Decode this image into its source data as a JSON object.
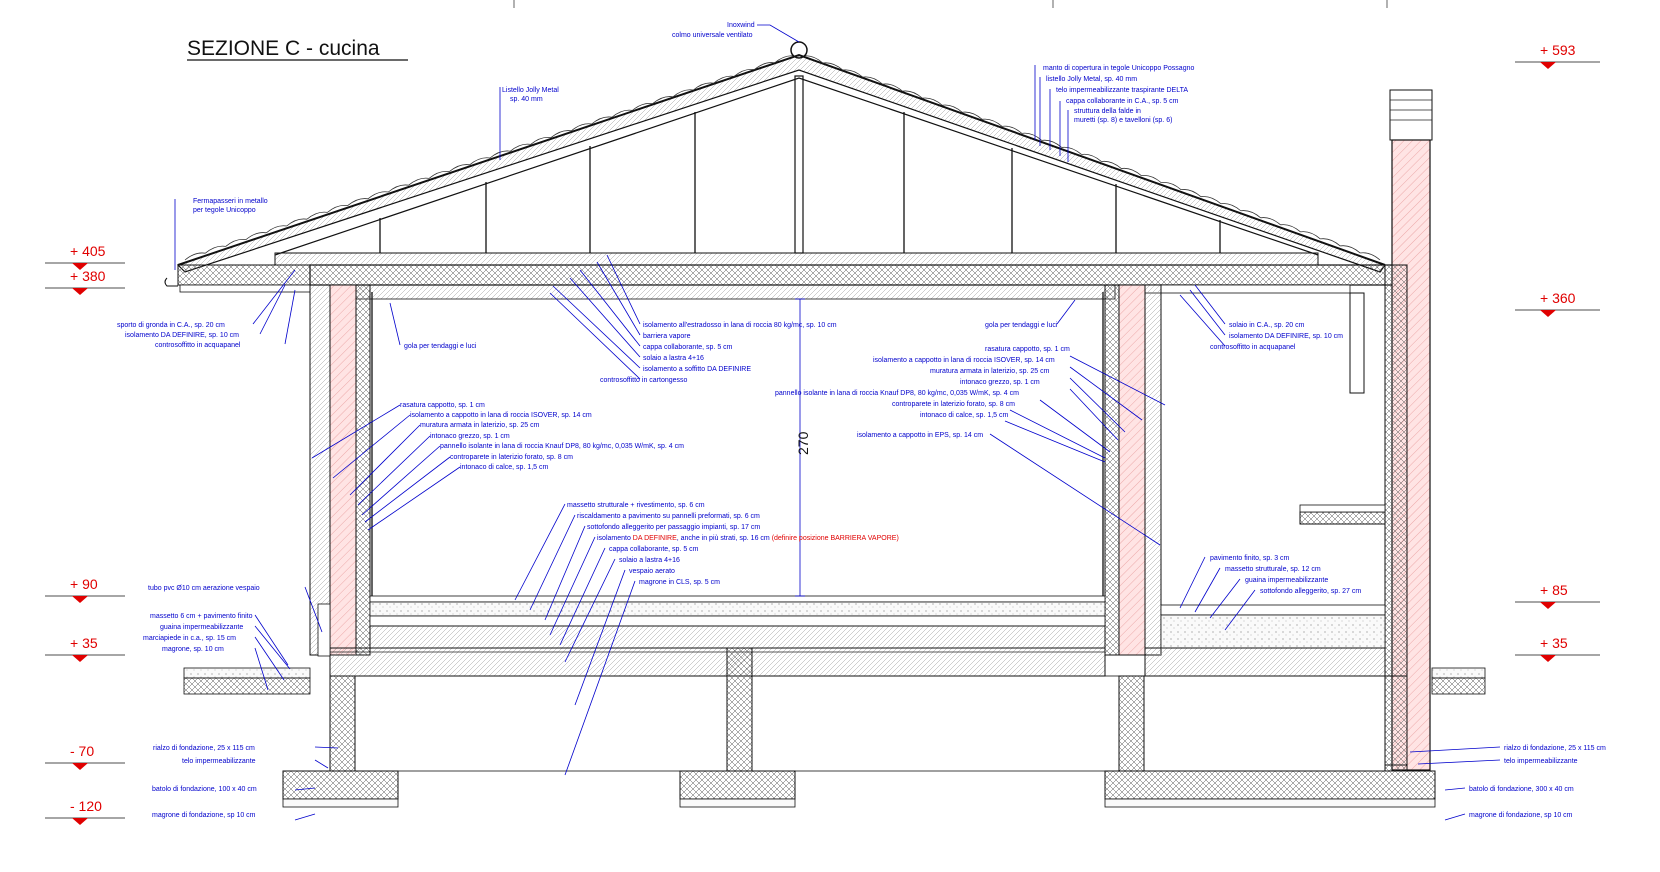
{
  "title": "SEZIONE C - cucina",
  "dimension_270": "270",
  "levels": {
    "left": [
      "+ 405",
      "+ 380",
      "+ 90",
      "+ 35",
      "- 70",
      "- 120"
    ],
    "right": [
      "+ 593",
      "+ 360",
      "+ 85",
      "+ 35"
    ]
  },
  "labels": {
    "ridge_1": "Inoxwind",
    "ridge_2": "colmo universale ventilato",
    "listello_1": "Listello Jolly Metal",
    "listello_2": "sp. 40 mm",
    "ferma_1": "Fermapasseri in metallo",
    "ferma_2": "per tegole Unicoppo",
    "roof_r1": "manto di copertura in tegole Unicoppo Possagno",
    "roof_r2": "listello Jolly Metal, sp. 40 mm",
    "roof_r3": "telo impermeabilizzante traspirante DELTA",
    "roof_r4": "cappa collaborante in C.A., sp. 5 cm",
    "roof_r5": "struttura della falde in",
    "roof_r6": "muretti (sp. 8) e tavelloni (sp. 6)",
    "eave_1": "sporto di gronda in C.A., sp. 20 cm",
    "eave_2": "isolamento DA DEFINIRE, sp. 10 cm",
    "eave_3": "controsoffitto in acquapanel",
    "gola_l": "gola per tendaggi e luci",
    "ceil_1": "isolamento all'estradosso in lana di roccia 80 kg/mc, sp. 10 cm",
    "ceil_2": "barriera vapore",
    "ceil_3": "cappa collaborante, sp. 5 cm",
    "ceil_4": "solaio a lastra 4+16",
    "ceil_5": "isolamento a soffitto DA DEFINIRE",
    "ceil_6": "controsoffitto in cartongesso",
    "gola_r": "gola per tendaggi e luci",
    "rslab_1": "solaio in C.A., sp. 20 cm",
    "rslab_2": "isolamento DA DEFINIRE, sp. 10 cm",
    "rslab_3": "controsoffitto in acquapanel",
    "lw_1": "rasatura cappotto, sp. 1 cm",
    "lw_2": "isolamento a cappotto in lana di roccia ISOVER, sp. 14 cm",
    "lw_3": "muratura armata in laterizio, sp. 25 cm",
    "lw_4": "intonaco grezzo, sp. 1 cm",
    "lw_5": "pannello isolante in lana di roccia Knauf DP8, 80 kg/mc, 0,035 W/mK, sp. 4 cm",
    "lw_6": "controparete in laterizio forato, sp. 8 cm",
    "lw_7": "intonaco di calce, sp. 1,5 cm",
    "rw_1": "rasatura cappotto, sp. 1 cm",
    "rw_2": "isolamento a cappotto in lana di roccia ISOVER, sp. 14 cm",
    "rw_3": "muratura armata in laterizio, sp. 25 cm",
    "rw_4": "intonaco grezzo, sp. 1 cm",
    "rw_5": "pannello isolante in lana di roccia Knauf DP8, 80 kg/mc, 0,035 W/mK, sp. 4 cm",
    "rw_6": "controparete in laterizio forato, sp. 8 cm",
    "rw_7": "intonaco di calce, sp. 1,5 cm",
    "rw_8": "isolamento a cappotto in EPS, sp. 14 cm",
    "fl_1": "massetto strutturale + rivestimento, sp. 6 cm",
    "fl_2": "riscaldamento a pavimento su pannelli preformati, sp. 6 cm",
    "fl_3": "sottofondo alleggerito per passaggio impianti, sp. 17 cm",
    "fl_4a": "isolamento ",
    "fl_4b": "DA DEFINIRE",
    "fl_4c": ", anche in più strati, sp. 16 cm ",
    "fl_4d": "(definire posizione BARRIERA VAPORE)",
    "fl_5": "cappa collaborante, sp. 5 cm",
    "fl_6": "solaio a lastra 4+16",
    "fl_7": "vespaio aerato",
    "fl_8": "magrone in CLS, sp. 5 cm",
    "tubo": "tubo pvc Ø10 cm aerazione vespaio",
    "ext_1": "massetto 6 cm + pavimento finito",
    "ext_2": "guaina impermeabilizzante",
    "ext_3": "marciapiede in c.a., sp. 15 cm",
    "ext_4": "magrone, sp. 10 cm",
    "rf_1": "pavimento finito, sp. 3 cm",
    "rf_2": "massetto strutturale, sp. 12 cm",
    "rf_3": "guaina impermeabilizzante",
    "rf_4": "sottofondo alleggerito, sp. 27 cm",
    "fd_l1": "rialzo di fondazione, 25 x 115 cm",
    "fd_l2": "telo impermeabilizzante",
    "fd_l3": "batolo di fondazione, 100 x 40 cm",
    "fd_l4": "magrone di fondazione, sp 10 cm",
    "fd_r1": "rialzo di fondazione, 25 x 115 cm",
    "fd_r2": "telo impermeabilizzante",
    "fd_r3": "batolo di fondazione, 300 x 40 cm",
    "fd_r4": "magrone di fondazione, sp 10 cm"
  },
  "colors": {
    "annotation": "#0000cc",
    "level_marker": "#e00000",
    "masonry_fill": "#ffe4e4",
    "line": "#111111"
  }
}
